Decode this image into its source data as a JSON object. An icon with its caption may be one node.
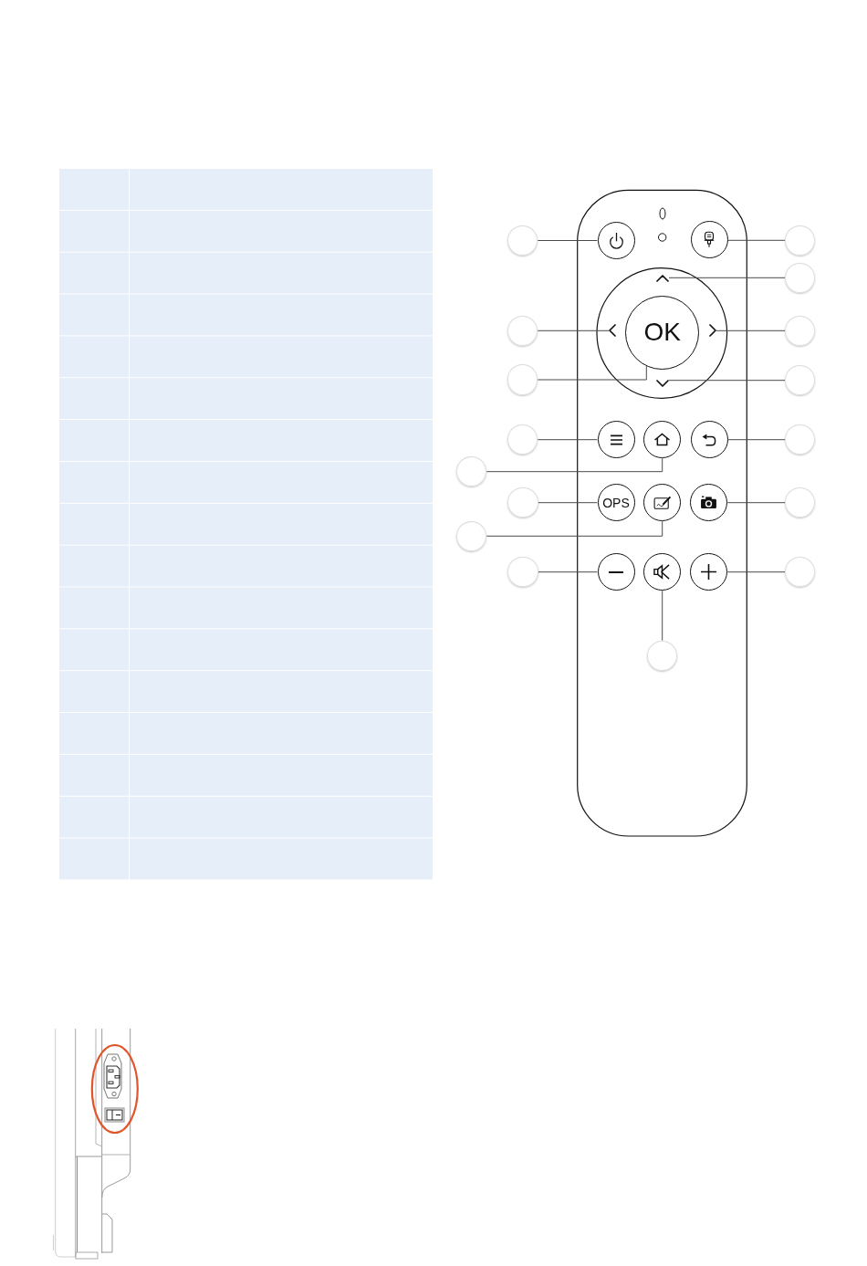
{
  "diagram": {
    "nodes": [
      {
        "text": [],
        "shape": "circle"
      },
      {
        "text": [],
        "shape": "circle"
      },
      {
        "text": [],
        "shape": "circle"
      },
      {
        "text": [],
        "shape": "circle"
      },
      {
        "text": [],
        "shape": "chevron"
      },
      {
        "text": [],
        "shape": "circle"
      },
      {
        "text": [],
        "shape": "circle"
      },
      {
        "text": [],
        "shape": "chevron"
      },
      {
        "text": [
          "OK"
        ]
      },
      {
        "text": [],
        "shape": "chevron"
      },
      {
        "text": [],
        "shape": "circle"
      },
      {
        "text": [],
        "shape": "circle"
      },
      {
        "text": [],
        "shape": "chevron"
      },
      {
        "text": [],
        "shape": "circle"
      },
      {
        "text": [],
        "shape": "circle"
      },
      {
        "text": [],
        "shape": "circle"
      },
      {
        "text": [],
        "shape": "circle"
      },
      {
        "text": [],
        "shape": "circle"
      },
      {
        "text": [],
        "shape": "circle"
      },
      {
        "text": [],
        "shape": "circle"
      },
      {
        "text": [],
        "shape": "circle"
      },
      {
        "text": [
          "OPS"
        ]
      },
      {
        "text": [],
        "shape": "circle"
      },
      {
        "text": [],
        "shape": "circle"
      },
      {
        "text": [],
        "shape": "circle"
      },
      {
        "text": [],
        "shape": "circle"
      },
      {
        "text": [],
        "shape": "circle"
      },
      {
        "text": [],
        "shape": "circle"
      },
      {
        "text": [],
        "shape": "circle"
      },
      {
        "text": [],
        "shape": "circle"
      },
      {
        "text": [],
        "shape": "circle"
      },
      {
        "text": [],
        "shape": "circle"
      }
    ],
    "edges": [
      {
        "from": 0,
        "to": 1,
        "arrow": "none"
      },
      {
        "from": 3,
        "to": 2,
        "arrow": "none"
      },
      {
        "from": 5,
        "to": 4,
        "arrow": "none"
      },
      {
        "from": 6,
        "to": 7,
        "arrow": "none"
      },
      {
        "from": 10,
        "to": 9,
        "arrow": "none"
      },
      {
        "from": 11,
        "to": 8,
        "arrow": "none"
      },
      {
        "from": 13,
        "to": 12,
        "arrow": "none"
      },
      {
        "from": 14,
        "to": 15,
        "arrow": "none"
      },
      {
        "from": 18,
        "to": 17,
        "arrow": "none"
      },
      {
        "from": 19,
        "to": 16,
        "arrow": "none"
      },
      {
        "from": 20,
        "to": 21,
        "arrow": "none"
      },
      {
        "from": 24,
        "to": 23,
        "arrow": "none"
      },
      {
        "from": 25,
        "to": 22,
        "arrow": "none"
      },
      {
        "from": 26,
        "to": 27,
        "arrow": "none"
      },
      {
        "from": 30,
        "to": 29,
        "arrow": "none"
      },
      {
        "from": 31,
        "to": 28,
        "arrow": "none"
      }
    ]
  }
}
